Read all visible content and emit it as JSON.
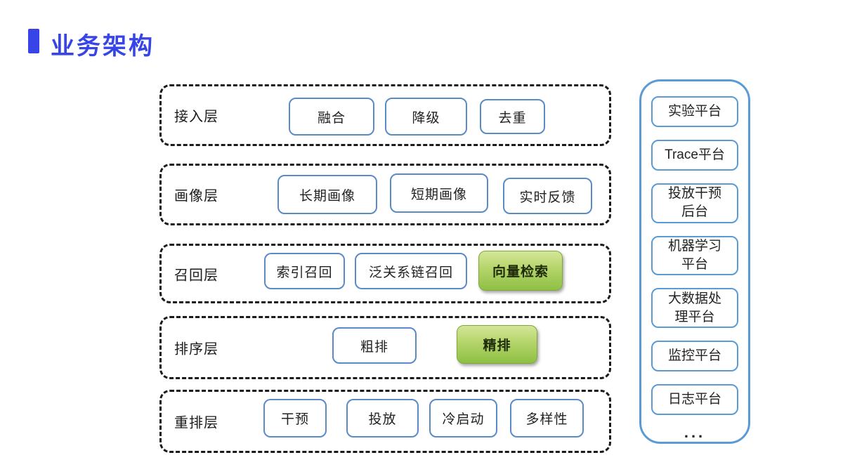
{
  "title": {
    "text": "业务架构"
  },
  "colors": {
    "accent_blue": "#3745E8",
    "node_border_blue": "#5B8AC8",
    "panel_border_blue": "#5B9BD5",
    "green_top": "#D4E698",
    "green_bottom": "#8EC044",
    "green_border": "#7EA83E",
    "dash_border": "#1A1A1A"
  },
  "layers": [
    {
      "label": "接入层",
      "boxes": [
        {
          "label": "融合"
        },
        {
          "label": "降级"
        },
        {
          "label": "去重"
        }
      ]
    },
    {
      "label": "画像层",
      "boxes": [
        {
          "label": "长期画像"
        },
        {
          "label": "短期画像"
        },
        {
          "label": "实时反馈"
        }
      ]
    },
    {
      "label": "召回层",
      "boxes": [
        {
          "label": "索引召回"
        },
        {
          "label": "泛关系链召回"
        },
        {
          "label": "向量检索",
          "highlight": true
        }
      ]
    },
    {
      "label": "排序层",
      "boxes": [
        {
          "label": "粗排"
        },
        {
          "label": "精排",
          "highlight": true
        }
      ]
    },
    {
      "label": "重排层",
      "boxes": [
        {
          "label": "干预"
        },
        {
          "label": "投放"
        },
        {
          "label": "冷启动"
        },
        {
          "label": "多样性"
        }
      ]
    }
  ],
  "platform_panel": {
    "items": [
      {
        "label": "实验平台"
      },
      {
        "label": "Trace平台"
      },
      {
        "label": "投放干预后台"
      },
      {
        "label": "机器学习平台"
      },
      {
        "label": "大数据处理平台"
      },
      {
        "label": "监控平台"
      },
      {
        "label": "日志平台"
      }
    ],
    "ellipsis": "..."
  }
}
